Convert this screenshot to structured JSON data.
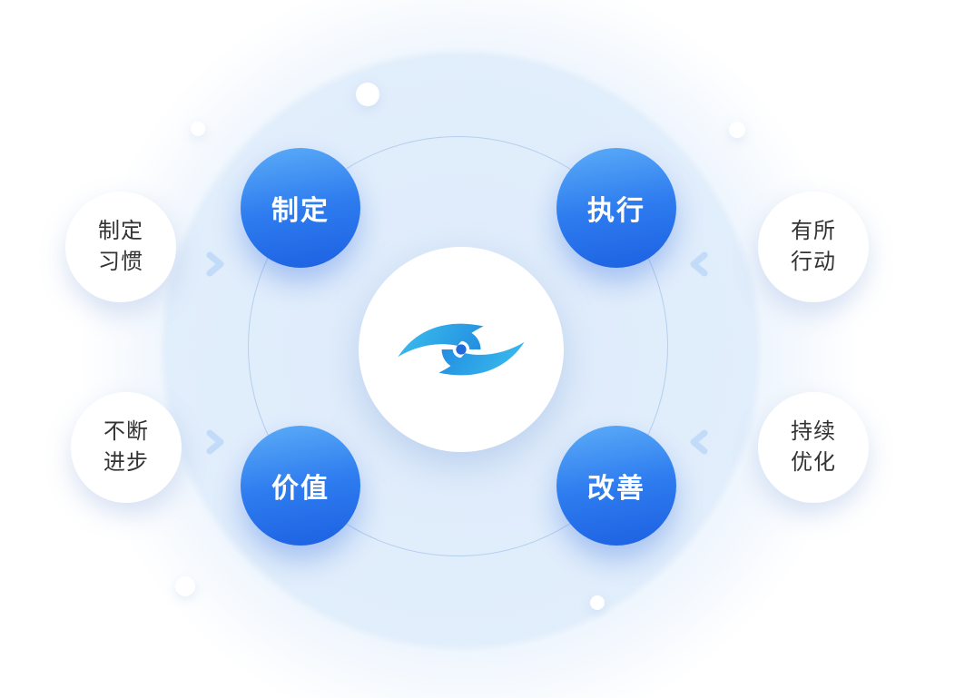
{
  "diagram": {
    "center_logo": "brand-vision-swirl-logo",
    "cycle_nodes": [
      {
        "id": "plan",
        "label": "制定",
        "position": "top-left"
      },
      {
        "id": "do",
        "label": "执行",
        "position": "top-right"
      },
      {
        "id": "value",
        "label": "价值",
        "position": "bottom-left"
      },
      {
        "id": "improve",
        "label": "改善",
        "position": "bottom-right"
      }
    ],
    "side_notes": [
      {
        "id": "habit",
        "lines": [
          "制定",
          "习惯"
        ],
        "position": "left-top",
        "arrow": "right"
      },
      {
        "id": "progress",
        "lines": [
          "不断",
          "进步"
        ],
        "position": "left-bottom",
        "arrow": "right"
      },
      {
        "id": "action",
        "lines": [
          "有所",
          "行动"
        ],
        "position": "right-top",
        "arrow": "left"
      },
      {
        "id": "optimize",
        "lines": [
          "持续",
          "优化"
        ],
        "position": "right-bottom",
        "arrow": "left"
      }
    ],
    "colors": {
      "node_gradient_start": "#5cadf8",
      "node_gradient_end": "#1c60e2",
      "node_text": "#ffffff",
      "note_background": "#ffffff",
      "note_text": "#333333",
      "ring_stroke": "#b4cfef",
      "background_inner": "#e0edfb",
      "background_outer": "#eef5fd",
      "arrow": "#c1dbf8",
      "logo_gradient_start": "#3ec5ef",
      "logo_gradient_end": "#1a5fd6"
    }
  }
}
